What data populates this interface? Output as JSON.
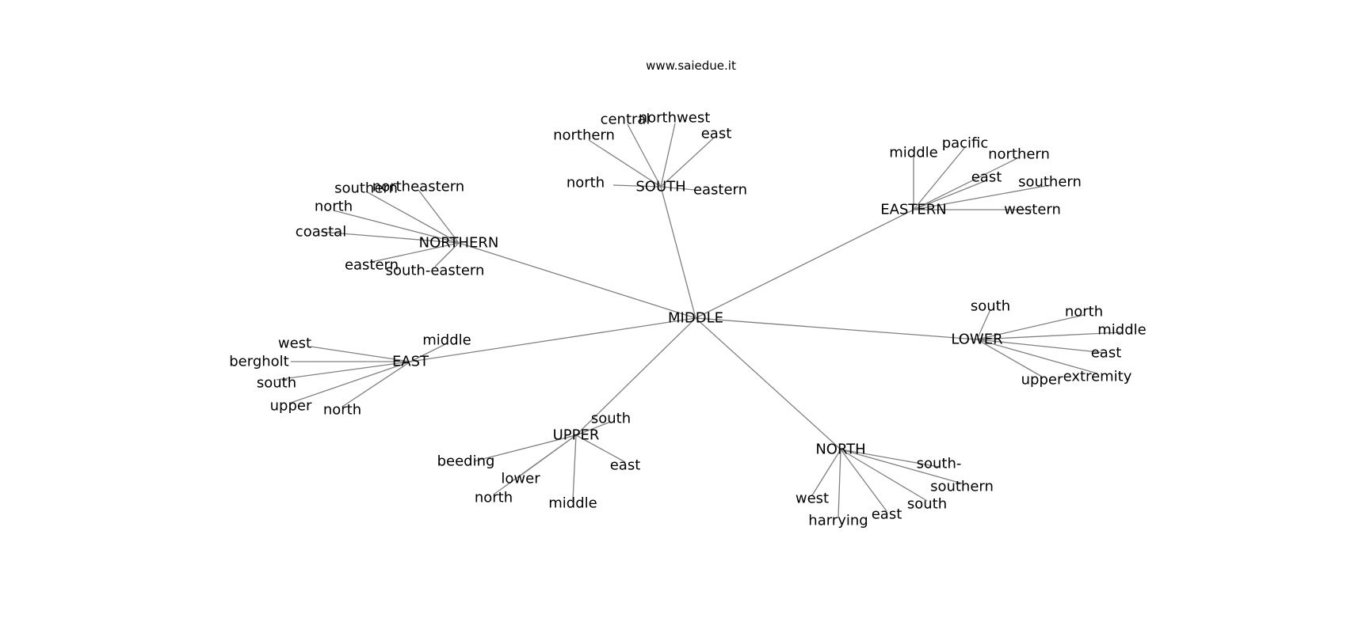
{
  "source_text": "www.saiedue.it",
  "colors": {
    "edge": "#808080",
    "text": "#000000",
    "background": "#ffffff"
  },
  "graph": {
    "center": "MIDDLE",
    "hubs": [
      {
        "id": "south",
        "label": "SOUTH",
        "leaves": [
          "north",
          "northern",
          "central",
          "northwest",
          "east",
          "eastern"
        ]
      },
      {
        "id": "eastern",
        "label": "EASTERN",
        "leaves": [
          "middle",
          "pacific",
          "northern",
          "east",
          "southern",
          "western"
        ]
      },
      {
        "id": "northern",
        "label": "NORTHERN",
        "leaves": [
          "southern",
          "northeastern",
          "north",
          "coastal",
          "eastern",
          "south-eastern"
        ]
      },
      {
        "id": "lower",
        "label": "LOWER",
        "leaves": [
          "south",
          "north",
          "middle",
          "east",
          "extremity",
          "upper"
        ]
      },
      {
        "id": "east",
        "label": "EAST",
        "leaves": [
          "middle",
          "west",
          "bergholt",
          "south",
          "upper",
          "north"
        ]
      },
      {
        "id": "upper",
        "label": "UPPER",
        "leaves": [
          "south",
          "beeding",
          "lower",
          "north",
          "middle",
          "east"
        ]
      },
      {
        "id": "north",
        "label": "NORTH",
        "leaves": [
          "south-",
          "southern",
          "south",
          "east",
          "harrying",
          "west"
        ]
      }
    ]
  }
}
